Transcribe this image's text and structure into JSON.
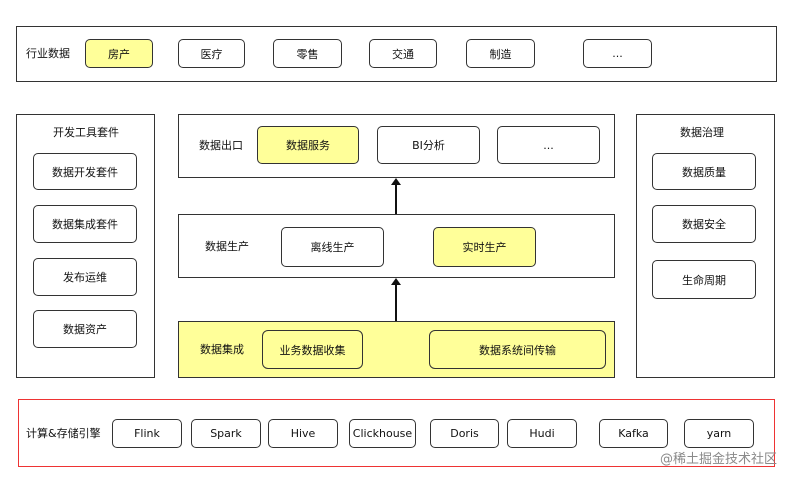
{
  "industry": {
    "title": "行业数据",
    "items": [
      "房产",
      "医疗",
      "零售",
      "交通",
      "制造",
      "..."
    ]
  },
  "devtools": {
    "title": "开发工具套件",
    "items": [
      "数据开发套件",
      "数据集成套件",
      "发布运维",
      "数据资产"
    ]
  },
  "governance": {
    "title": "数据治理",
    "items": [
      "数据质量",
      "数据安全",
      "生命周期"
    ]
  },
  "output": {
    "title": "数据出口",
    "items": [
      "数据服务",
      "BI分析",
      "..."
    ]
  },
  "production": {
    "title": "数据生产",
    "items": [
      "离线生产",
      "实时生产"
    ]
  },
  "integration": {
    "title": "数据集成",
    "items": [
      "业务数据收集",
      "数据系统间传输"
    ]
  },
  "compute": {
    "title": "计算&存储引擎",
    "items": [
      "Flink",
      "Spark",
      "Hive",
      "Clickhouse",
      "Doris",
      "Hudi",
      "Kafka",
      "yarn"
    ]
  },
  "watermark": "@稀土掘金技术社区",
  "colors": {
    "highlight": "#ffff99",
    "engine_border": "#ee3333"
  }
}
